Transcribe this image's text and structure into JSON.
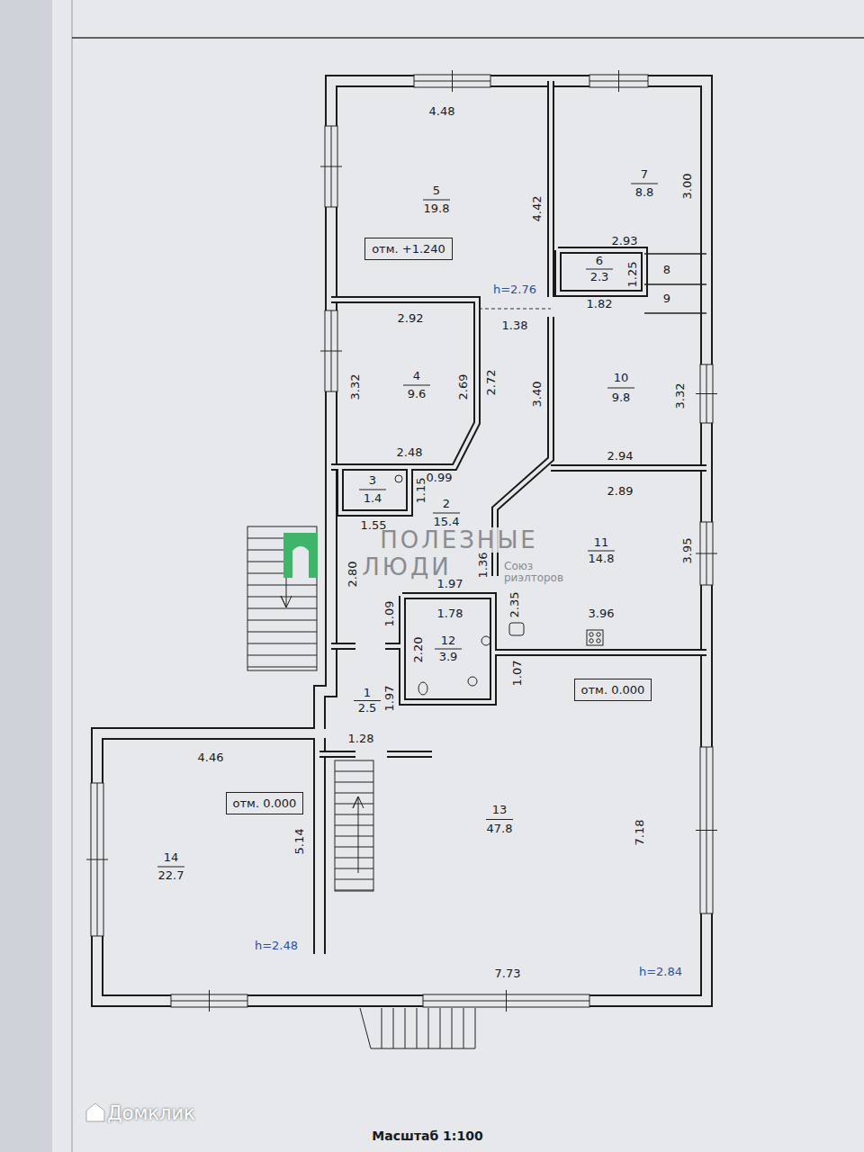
{
  "diagram": {
    "caption": "Масштаб 1:100",
    "nodes": [
      {
        "text": [
          "отм. +1.240"
        ]
      },
      {
        "text": [
          "отм. 0.000"
        ]
      },
      {
        "text": [
          "отм. 0.000"
        ]
      }
    ],
    "labels": [
      "4.48",
      "5",
      "19.8",
      "4.42",
      "h=2.76",
      "7",
      "8.8",
      "3.00",
      "2.93",
      "6",
      "2.3",
      "1.25",
      "8",
      "9",
      "1.82",
      "1.38",
      "2.92",
      "3.32",
      "4",
      "9.6",
      "2.69",
      "2.72",
      "3.40",
      "10",
      "9.8",
      "3.32",
      "2.48",
      "2.94",
      "2.89",
      "0.99",
      "3",
      "1.4",
      "1.15",
      "2",
      "15.4",
      "1.55",
      "2.80",
      "1.36",
      "2.35",
      "1.97",
      "1.78",
      "11",
      "14.8",
      "3.95",
      "3.96",
      "1.09",
      "12",
      "3.9",
      "2.20",
      "1.07",
      "1",
      "2.5",
      "1.97",
      "1.28",
      "4.46",
      "13",
      "47.8",
      "7.18",
      "14",
      "22.7",
      "5.14",
      "h=2.48",
      "7.73",
      "h=2.84",
      "ПОЛЕЗНЫЕ",
      "ЛЮДИ",
      "Союз риэлторов",
      "Домклик"
    ]
  }
}
